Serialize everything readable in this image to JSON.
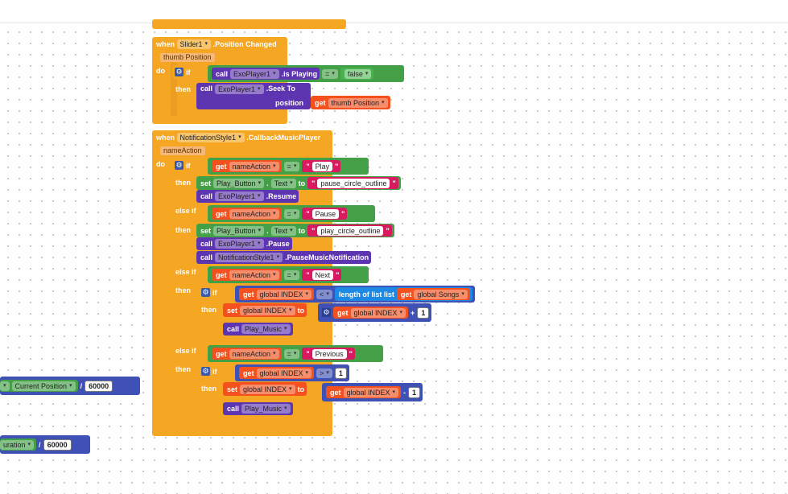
{
  "kw": {
    "when": "when",
    "do": "do",
    "if": "if",
    "then": "then",
    "else_if": "else if",
    "call": "call",
    "set": "set",
    "get": "get",
    "to": "to",
    "eq": "=",
    "lt": "<",
    "gt": ">",
    "plus": "+",
    "minus": "-",
    "div": "/",
    "position": "position",
    "quote": "\"",
    "dd": "▾"
  },
  "top_fragment": {
    "label": "…"
  },
  "block1": {
    "component": "Slider1",
    "event": ".Position Changed",
    "param": "thumb Position",
    "cond": {
      "component": "ExoPlayer1",
      "method": ".is Playing",
      "op": "=",
      "value": "false"
    },
    "call": {
      "component": "ExoPlayer1",
      "method": ".Seek To",
      "arg_label": "position",
      "arg_get": "thumb Position"
    }
  },
  "block2": {
    "component": "NotificationStyle1",
    "event": ".CallbackMusicPlayer",
    "param": "nameAction",
    "cond1": {
      "get": "nameAction",
      "op": "=",
      "text": "Play"
    },
    "set1": {
      "component": "Play_Button",
      "prop": "Text",
      "text": "pause_circle_outline"
    },
    "call1": {
      "component": "ExoPlayer1",
      "method": ".Resume"
    },
    "cond2": {
      "get": "nameAction",
      "op": "=",
      "text": "Pause"
    },
    "set2": {
      "component": "Play_Button",
      "prop": "Text",
      "text": "play_circle_outline"
    },
    "call2": {
      "component": "ExoPlayer1",
      "method": ".Pause"
    },
    "call3": {
      "component": "NotificationStyle1",
      "method": ".PauseMusicNotification"
    },
    "cond3": {
      "get": "nameAction",
      "op": "=",
      "text": "Next"
    },
    "next_if": {
      "get": "global INDEX",
      "op": "<",
      "len_label": "length of list  list",
      "get2": "global Songs"
    },
    "next_set": {
      "var": "global INDEX",
      "get": "global INDEX",
      "op": "+",
      "value": "1"
    },
    "next_call": {
      "proc": "Play_Music"
    },
    "cond4": {
      "get": "nameAction",
      "op": "=",
      "text": "Previous"
    },
    "prev_if": {
      "get": "global INDEX",
      "op": ">",
      "value": "1"
    },
    "prev_set": {
      "var": "global INDEX",
      "get": "global INDEX",
      "op": "-",
      "value": "1"
    },
    "prev_call": {
      "proc": "Play_Music"
    }
  },
  "frag_current": {
    "label": "Current Position",
    "op": "/",
    "value": "60000"
  },
  "frag_duration": {
    "label": "uration",
    "op": "/",
    "value": "60000"
  }
}
